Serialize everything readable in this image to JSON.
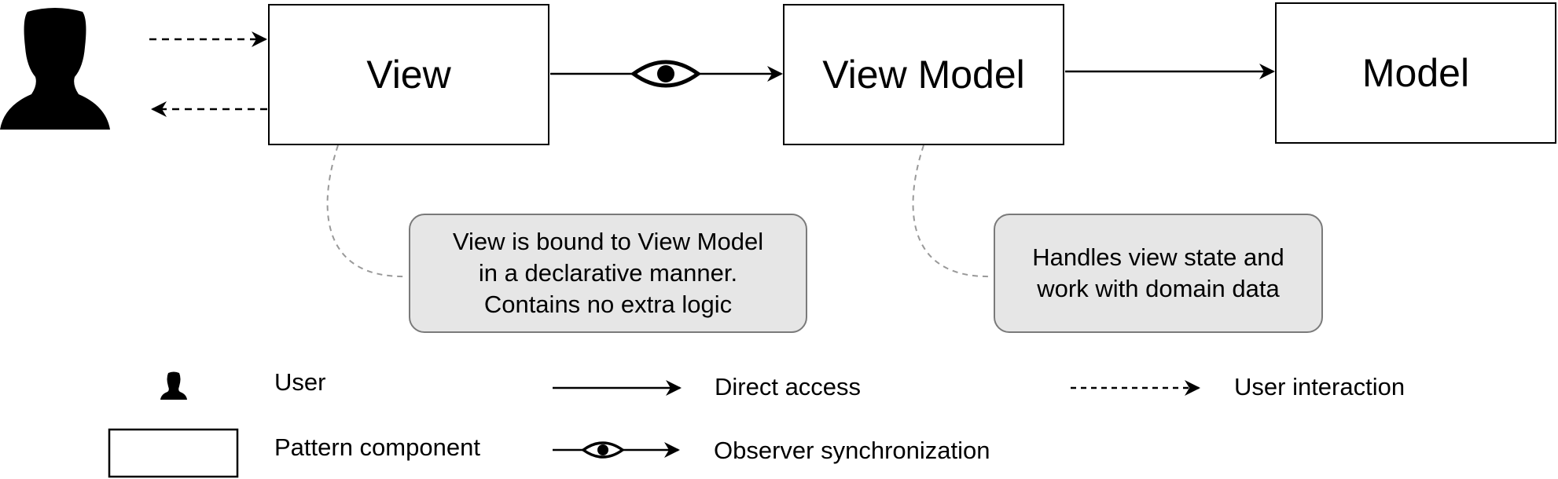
{
  "components": {
    "view": "View",
    "view_model": "View Model",
    "model": "Model"
  },
  "notes": {
    "view_note": [
      "View is bound to View Model",
      "in a declarative manner.",
      "Contains no extra logic"
    ],
    "view_model_note": [
      "Handles view state and",
      "work with domain data"
    ]
  },
  "legend": {
    "user": "User",
    "pattern_component": "Pattern component",
    "direct_access": "Direct access",
    "observer_synchronization": "Observer synchronization",
    "user_interaction": "User interaction"
  },
  "icons": {
    "user": "user-silhouette-icon",
    "observer": "eye-icon"
  },
  "colors": {
    "stroke": "#000000",
    "note_fill": "#e6e6e6",
    "note_border": "#7a7a7a",
    "connector": "#999999"
  }
}
